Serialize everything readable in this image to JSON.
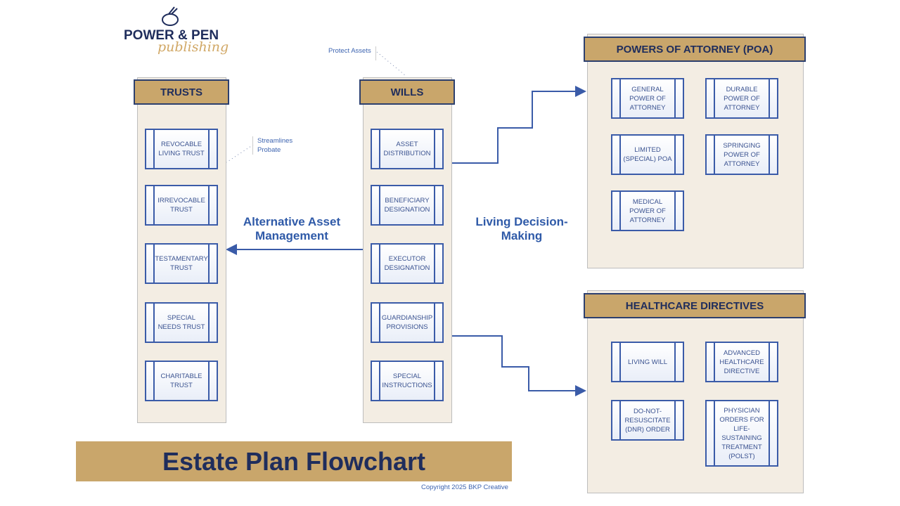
{
  "logo": {
    "line1": "POWER & PEN",
    "line2": "publishing"
  },
  "trusts": {
    "title": "TRUSTS",
    "items": [
      "REVOCABLE LIVING TRUST",
      "IRREVOCABLE TRUST",
      "TESTAMENTARY TRUST",
      "SPECIAL NEEDS TRUST",
      "CHARITABLE TRUST"
    ],
    "callout": "Streamlines Probate"
  },
  "wills": {
    "title": "WILLS",
    "items": [
      "ASSET DISTRIBUTION",
      "BENEFICIARY DESIGNATION",
      "EXECUTOR DESIGNATION",
      "GUARDIANSHIP PROVISIONS",
      "SPECIAL INSTRUCTIONS"
    ],
    "callout": "Protect Assets"
  },
  "poa": {
    "title": "POWERS OF ATTORNEY (POA)",
    "items": [
      "GENERAL POWER OF ATTORNEY",
      "DURABLE POWER OF ATTORNEY",
      "LIMITED (SPECIAL) POA",
      "SPRINGING POWER OF ATTORNEY",
      "MEDICAL POWER OF ATTORNEY"
    ]
  },
  "healthcare": {
    "title": "HEALTHCARE DIRECTIVES",
    "items": [
      "LIVING WILL",
      "ADVANCED HEALTHCARE DIRECTIVE",
      "DO-NOT-RESUSCITATE (DNR) ORDER",
      "PHYSICIAN ORDERS FOR LIFE-SUSTAINING TREATMENT (POLST)"
    ]
  },
  "labels": {
    "alt": "Alternative Asset Management",
    "living": "Living Decision-Making"
  },
  "title": "Estate Plan Flowchart",
  "copyright": "Copyright 2025 BKP Creative",
  "colors": {
    "gold": "#c9a66b",
    "navy": "#1f2d5c",
    "blue": "#3a5ba8",
    "panel": "#f3ede3"
  }
}
